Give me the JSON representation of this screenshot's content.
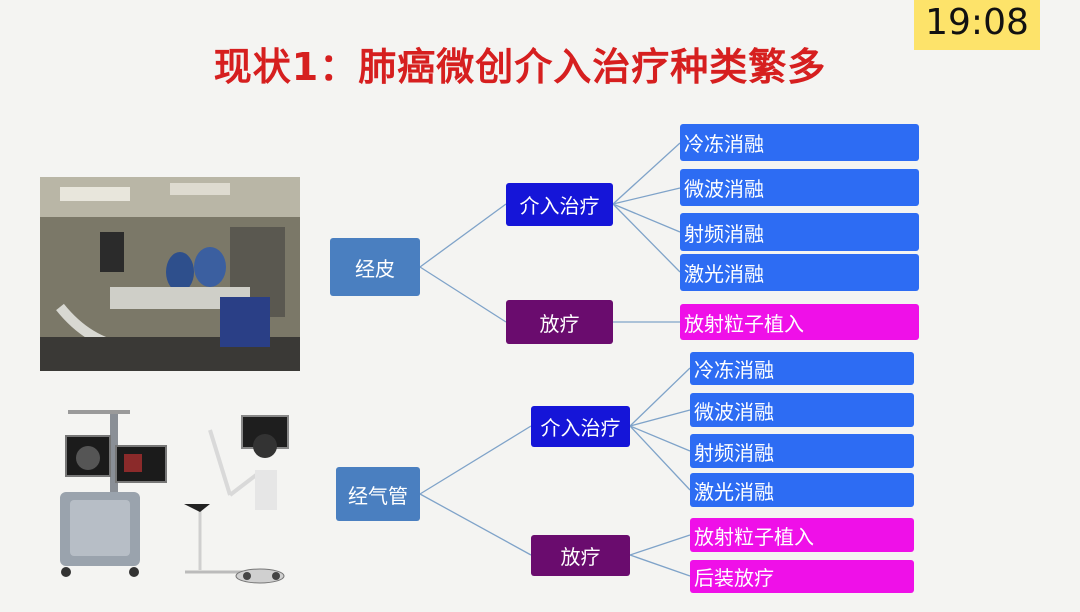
{
  "timer": "19:08",
  "title": "现状1：肺癌微创介入治疗种类繁多",
  "upper": {
    "root": "经皮",
    "branch_a": "介入治疗",
    "branch_b": "放疗",
    "leaves_a": [
      "冷冻消融",
      "微波消融",
      "射频消融",
      "激光消融"
    ],
    "leaves_b": [
      "放射粒子植入"
    ]
  },
  "lower": {
    "root": "经气管",
    "branch_a": "介入治疗",
    "branch_b": "放疗",
    "leaves_a": [
      "冷冻消融",
      "微波消融",
      "射频消融",
      "激光消融"
    ],
    "leaves_b": [
      "放射粒子植入",
      "后装放疗"
    ]
  },
  "colors": {
    "title": "#d61f1f",
    "root": "#4a7fc0",
    "treatment": "#1515d8",
    "radiotherapy": "#6a0c6e",
    "leaf_blue": "#2d6cf3",
    "leaf_pink": "#ef10e8",
    "timer_bg": "#fde36a"
  }
}
